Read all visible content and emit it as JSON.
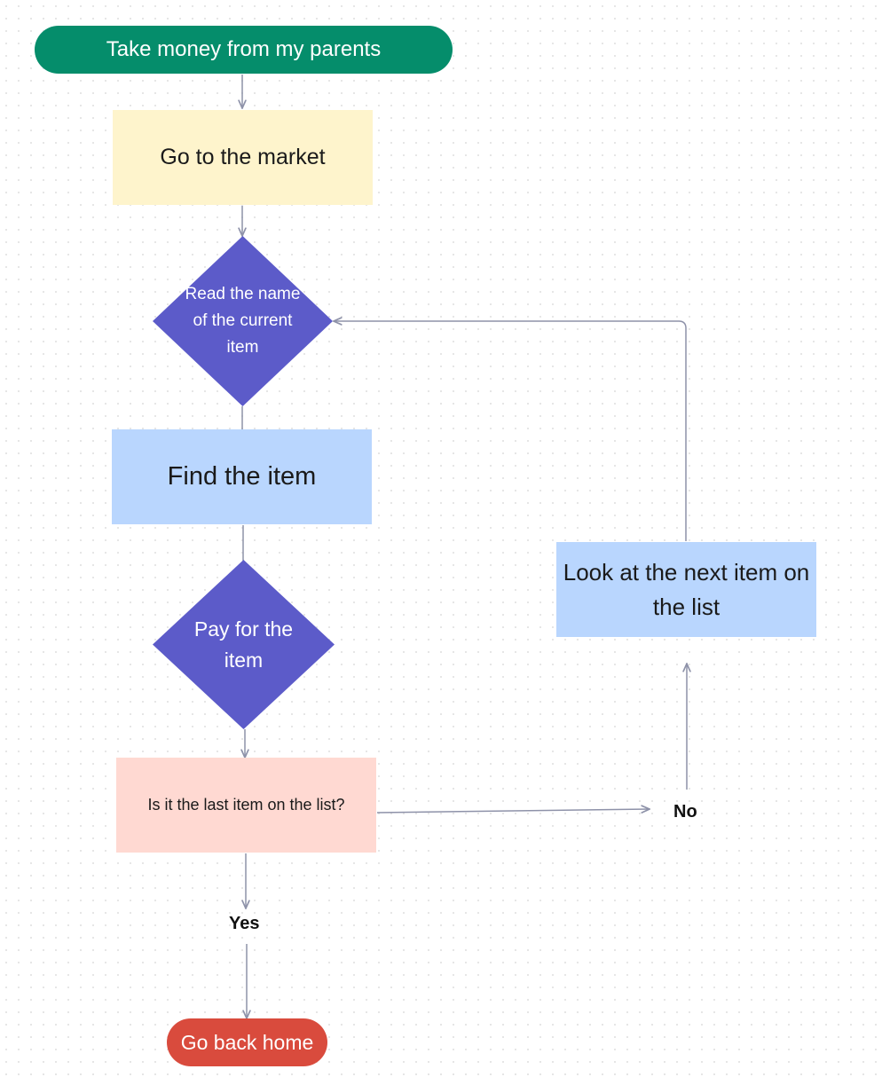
{
  "flowchart": {
    "start": "Take money from my parents",
    "go_market": "Go to the market",
    "read_name": "Read the name of the current item",
    "find_item": "Find the item",
    "pay_item": "Pay for the item",
    "is_last": "Is it the last item on the list?",
    "next_item": "Look at the next item on the list",
    "no_label": "No",
    "yes_label": "Yes",
    "end": "Go back home"
  },
  "colors": {
    "start": "#058d6b",
    "go_market": "#fef4cc",
    "diamond": "#5c5bc9",
    "find_item": "#b9d6fe",
    "is_last": "#ffd9d2",
    "next_item": "#b9d6fe",
    "end": "#d94b3d",
    "connector": "#8e92a9"
  }
}
